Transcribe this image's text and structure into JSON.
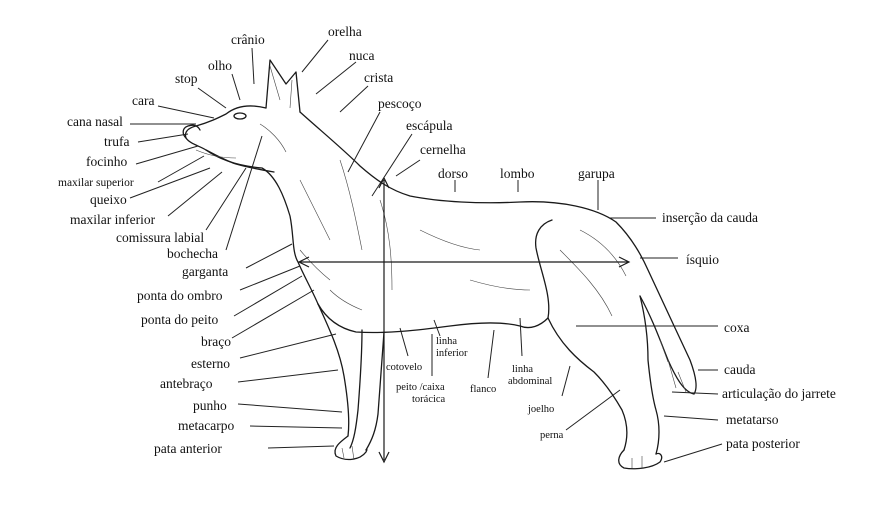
{
  "labels": {
    "cranio": "crânio",
    "orelha": "orelha",
    "olho": "olho",
    "nuca": "nuca",
    "stop": "stop",
    "crista": "crista",
    "cara": "cara",
    "pescoco": "pescoço",
    "cana_nasal": "cana nasal",
    "escapula": "escápula",
    "trufa": "trufa",
    "cernelha": "cernelha",
    "focinho": "focinho",
    "maxilar_superior": "maxilar superior",
    "dorso": "dorso",
    "lombo": "lombo",
    "garupa": "garupa",
    "queixo": "queixo",
    "maxilar_inferior": "maxilar inferior",
    "insercao_cauda": "inserção da cauda",
    "comissura_labial": "comissura labial",
    "bochecha": "bochecha",
    "isquio": "ísquio",
    "garganta": "garganta",
    "ponta_ombro": "ponta do ombro",
    "ponta_peito": "ponta do peito",
    "coxa": "coxa",
    "braco": "braço",
    "linha_inferior_1": "linha",
    "linha_inferior_2": "inferior",
    "esterno": "esterno",
    "cotovelo": "cotovelo",
    "linha_abdominal_1": "linha",
    "linha_abdominal_2": "abdominal",
    "cauda": "cauda",
    "antebraco": "antebraço",
    "peito_caixa_1": "peito /caixa",
    "peito_caixa_2": "torácica",
    "flanco": "flanco",
    "articulacao_jarrete": "articulação do jarrete",
    "punho": "punho",
    "joelho": "joelho",
    "metatarso": "metatarso",
    "metacarpo": "metacarpo",
    "perna": "perna",
    "pata_anterior": "pata anterior",
    "pata_posterior": "pata posterior"
  }
}
